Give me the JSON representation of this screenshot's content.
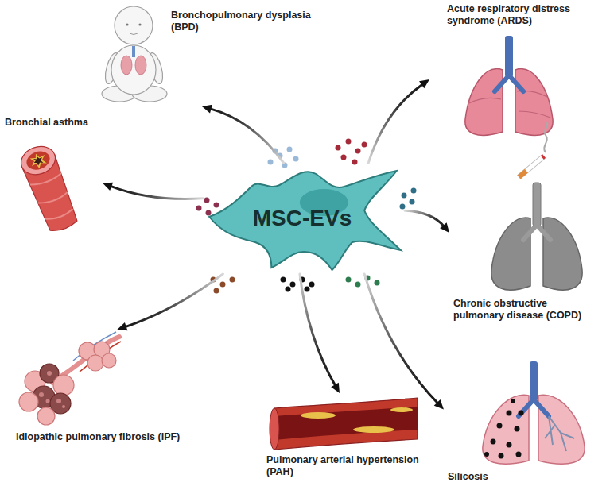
{
  "diagram": {
    "nodes": [
      {
        "text": [
          "MSC-EVs"
        ]
      },
      {
        "text": [
          "Bronchopulmonary dysplasia (BPD)"
        ]
      },
      {
        "text": [
          "Acute respiratory distress syndrome (ARDS)"
        ]
      },
      {
        "text": [
          "Bronchial asthma"
        ]
      },
      {
        "text": [
          "Chronic obstructive pulmonary disease (COPD)"
        ]
      },
      {
        "text": [
          "Idiopathic pulmonary fibrosis (IPF)"
        ]
      },
      {
        "text": [
          "Pulmonary arterial hypertension (PAH)"
        ]
      },
      {
        "text": [
          "Silicosis"
        ]
      }
    ],
    "edges": [
      {
        "from": 0,
        "to": 1,
        "arrow": "to"
      },
      {
        "from": 0,
        "to": 2,
        "arrow": "to"
      },
      {
        "from": 0,
        "to": 3,
        "arrow": "to"
      },
      {
        "from": 0,
        "to": 4,
        "arrow": "to"
      },
      {
        "from": 0,
        "to": 5,
        "arrow": "to"
      },
      {
        "from": 0,
        "to": 6,
        "arrow": "to"
      },
      {
        "from": 0,
        "to": 7,
        "arrow": "to"
      }
    ]
  }
}
